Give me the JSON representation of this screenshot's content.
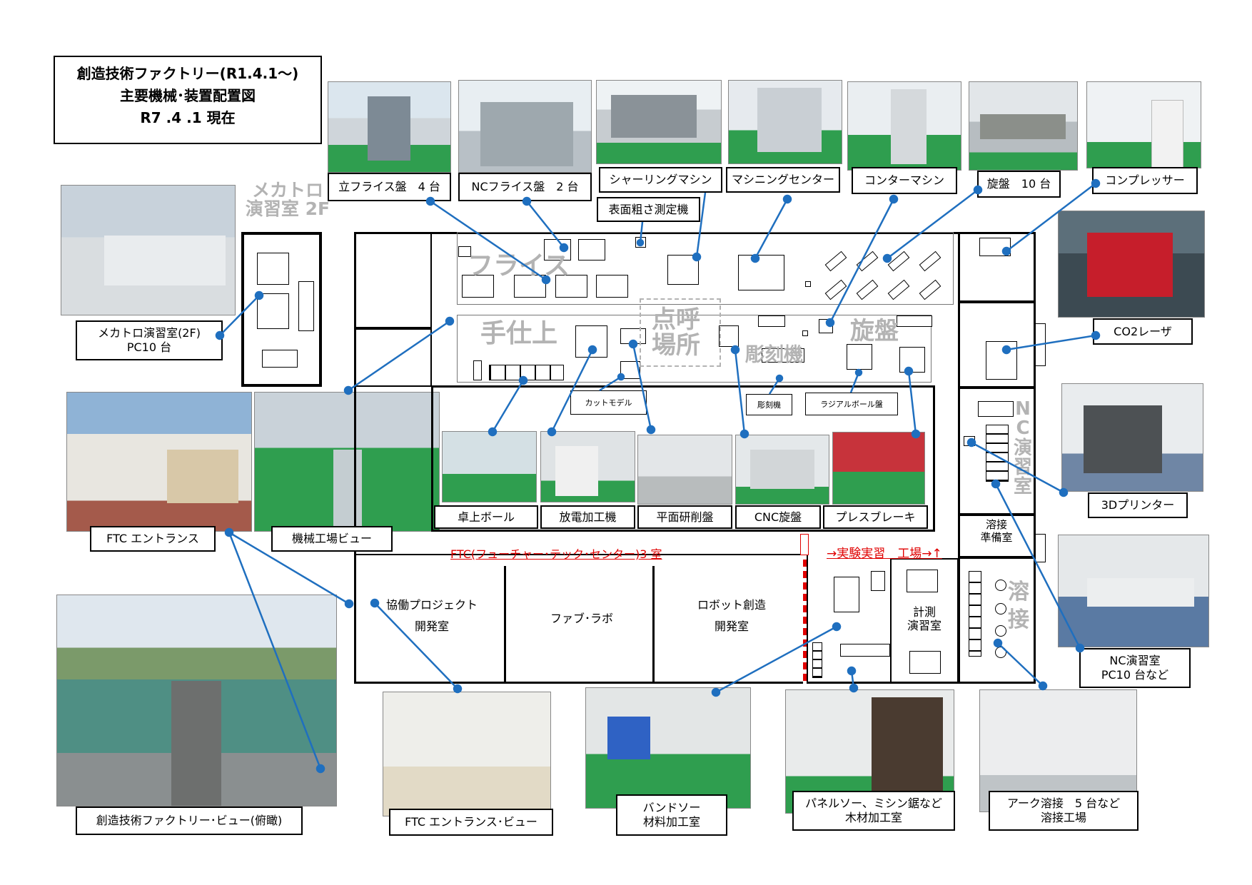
{
  "title": {
    "line1": "創造技術ファクトリー(R1.4.1～)",
    "line2": "主要機械･装置配置図",
    "line3": "R7 .4 .1 現在"
  },
  "labels": {
    "tate_frais": "立フライス盤　4 台",
    "nc_frais": "NCフライス盤　2 台",
    "shearing": "シャーリングマシン",
    "machining": "マシニングセンター",
    "contour": "コンターマシン",
    "lathe": "旋盤　10 台",
    "compressor": "コンプレッサー",
    "surface_rough": "表面粗さ測定機",
    "co2": "CO2レーザ",
    "printer3d": "3Dプリンター",
    "mechatro_room": "メカトロ演習室(2F)\nPC10 台",
    "cut_model": "カットモデル",
    "engraver_small": "彫刻機",
    "radial": "ラジアルボール盤",
    "desk_drill": "卓上ボール",
    "edm": "放電加工機",
    "grinder": "平面研削盤",
    "cnc_lathe": "CNC旋盤",
    "press_brake": "プレスブレーキ",
    "ftc_entrance": "FTC エントランス",
    "factory_view": "機械工場ビュー",
    "nc_room_pc": "NC演習室\nPC10 台など",
    "overhead": "創造技術ファクトリー･ビュー(俯瞰)",
    "ftc_entrance_view": "FTC エントランス･ビュー",
    "bandsaw": "バンドソー\n材料加工室",
    "panelsaw": "パネルソー、ミシン鋸など\n木材加工室",
    "arc_weld": "アーク溶接　5 台など\n溶接工場"
  },
  "map": {
    "mechatro_title": "メカトロ\n演習室 2F",
    "frais_area": "フライス",
    "teshiage": "手仕上",
    "tenko": "点呼\n場所",
    "chokoku": "彫刻機",
    "senban": "旋盤",
    "nc_room": "NC\n演習室",
    "yosetsu": "溶\n接",
    "ftc_title": "FTC(フューチャー･テック･センター)3 室",
    "jikken": "→実験実習　工場→↑",
    "kyodo": "協働プロジェクト\n開発室",
    "fab": "ファブ･ラボ",
    "robot": "ロボット創造\n開発室",
    "keisoku": "計測\n演習室",
    "yosetsu_junbi": "溶接\n準備室"
  },
  "colors": {
    "connector": "#1f6fbf",
    "floor_green": "#2f9e4f",
    "red_accent": "#e00000",
    "gray_text": "#b3b3b3"
  }
}
